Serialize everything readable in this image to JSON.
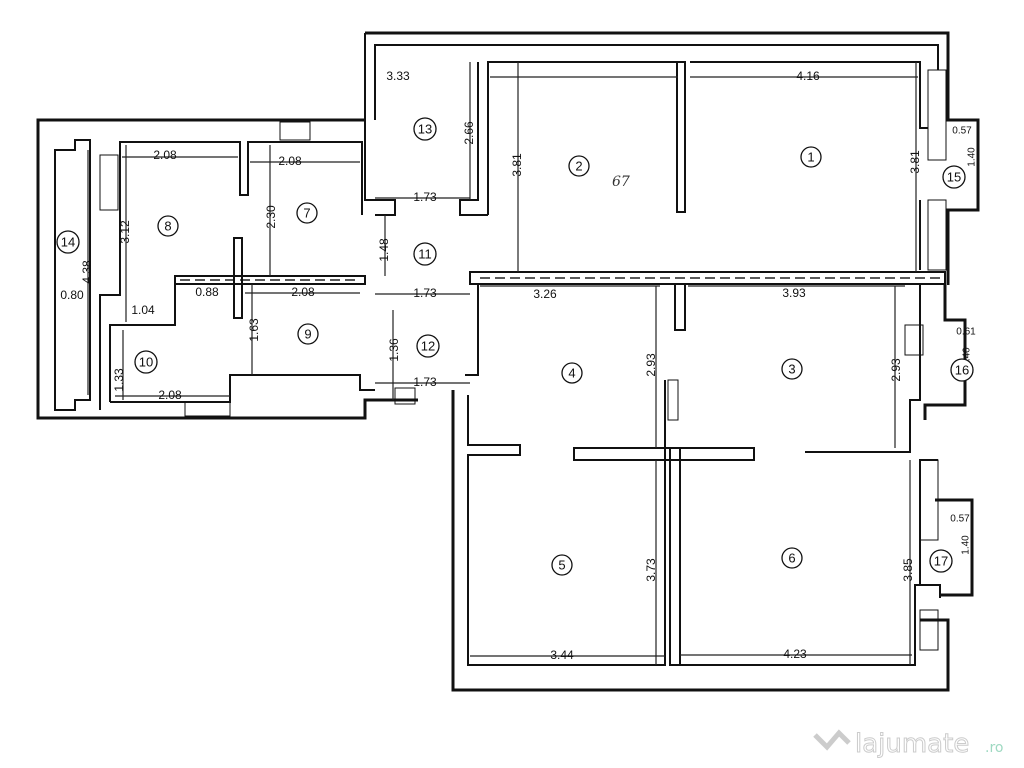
{
  "plan": {
    "rooms": [
      "1",
      "2",
      "3",
      "4",
      "5",
      "6",
      "7",
      "8",
      "9",
      "10",
      "11",
      "12",
      "13",
      "14",
      "15",
      "16",
      "17"
    ],
    "dimensions": [
      "3.33",
      "4.16",
      "2.66",
      "3.81",
      "3.81",
      "0.57",
      "1.40",
      "2.08",
      "2.08",
      "3.12",
      "2.30",
      "1.73",
      "1.48",
      "4.38",
      "0.80",
      "0.88",
      "2.08",
      "1.04",
      "1.73",
      "3.26",
      "3.93",
      "0.61",
      "1.40",
      "1.63",
      "1.33",
      "1.36",
      "1.73",
      "2.08",
      "2.93",
      "2.93",
      "0.57",
      "1.40",
      "3.73",
      "3.85",
      "3.44",
      "4.23"
    ],
    "handwritten_note": "67",
    "wall_color": "#111111",
    "background_color": "#ffffff"
  },
  "watermark": {
    "name": "lajumate",
    "suffix": ".ro"
  }
}
